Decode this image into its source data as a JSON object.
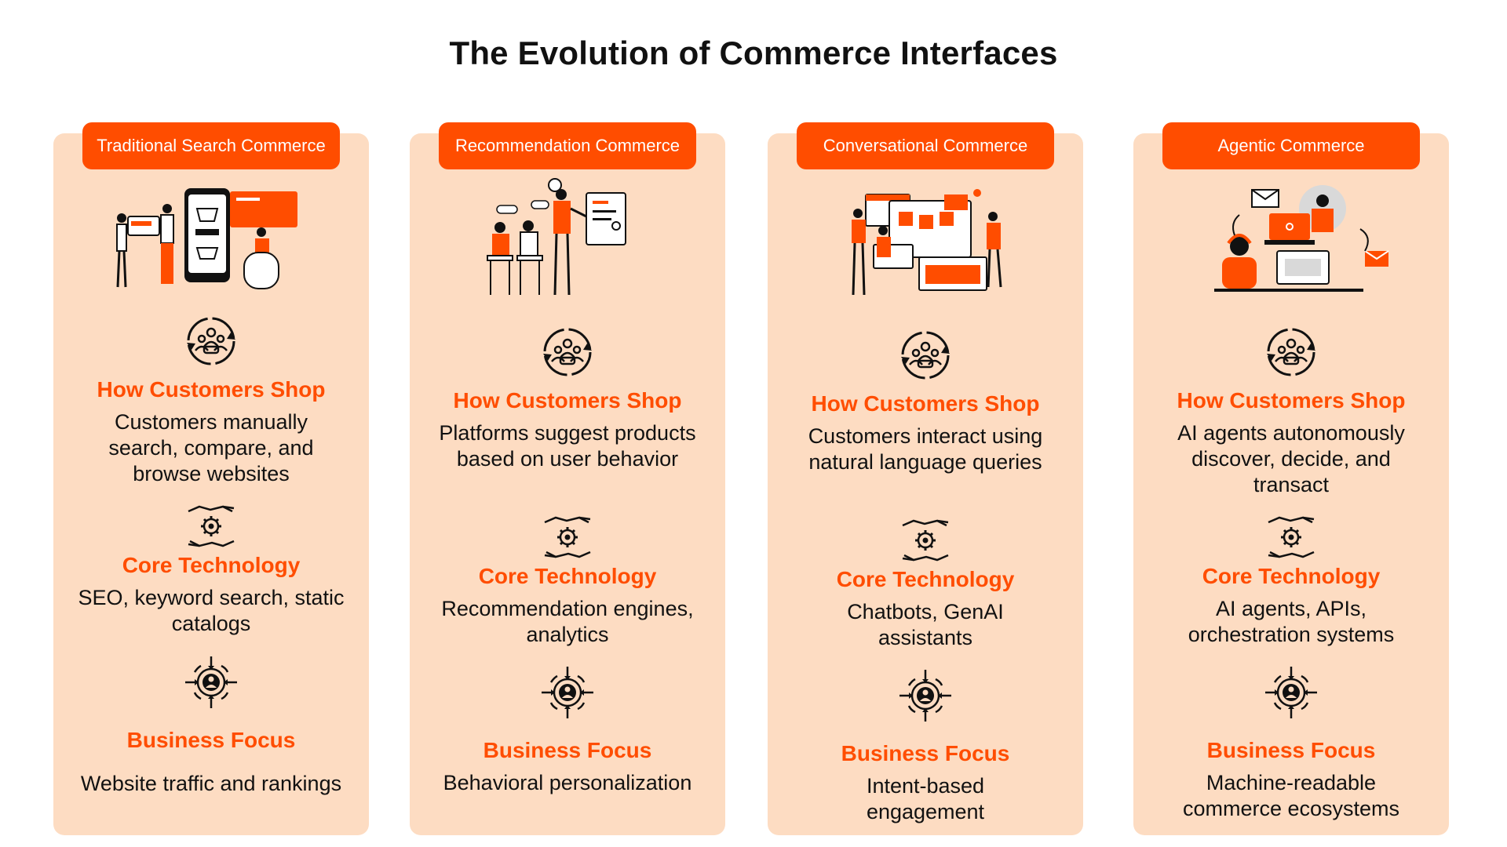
{
  "title": "The Evolution of Commerce Interfaces",
  "colors": {
    "accent": "#ff4d00",
    "card_bg": "#fddcc2",
    "text": "#111111"
  },
  "icons": {
    "shop": "people-cycle-icon",
    "technology": "hands-gear-icon",
    "focus": "target-person-icon"
  },
  "stages": [
    {
      "name": "Traditional Search Commerce",
      "shop_heading": "How Customers Shop",
      "shop_text": "Customers manually search, compare, and browse websites",
      "tech_heading": "Core Technology",
      "tech_text": "SEO, keyword search, static catalogs",
      "focus_heading": "Business Focus",
      "focus_text": "Website traffic and rankings"
    },
    {
      "name": "Recommendation Commerce",
      "shop_heading": "How Customers Shop",
      "shop_text": "Platforms suggest products based on user behavior",
      "tech_heading": "Core Technology",
      "tech_text": "Recommendation engines, analytics",
      "focus_heading": "Business Focus",
      "focus_text": "Behavioral personalization"
    },
    {
      "name": "Conversational Commerce",
      "shop_heading": "How Customers Shop",
      "shop_text": "Customers interact using natural language queries",
      "tech_heading": "Core Technology",
      "tech_text": "Chatbots, GenAI assistants",
      "focus_heading": "Business Focus",
      "focus_text": "Intent-based engagement"
    },
    {
      "name": "Agentic Commerce",
      "shop_heading": "How Customers Shop",
      "shop_text": "AI agents autonomously discover, decide, and transact",
      "tech_heading": "Core Technology",
      "tech_text": "AI agents, APIs, orchestration systems",
      "focus_heading": "Business Focus",
      "focus_text": "Machine-readable commerce ecosystems"
    }
  ]
}
